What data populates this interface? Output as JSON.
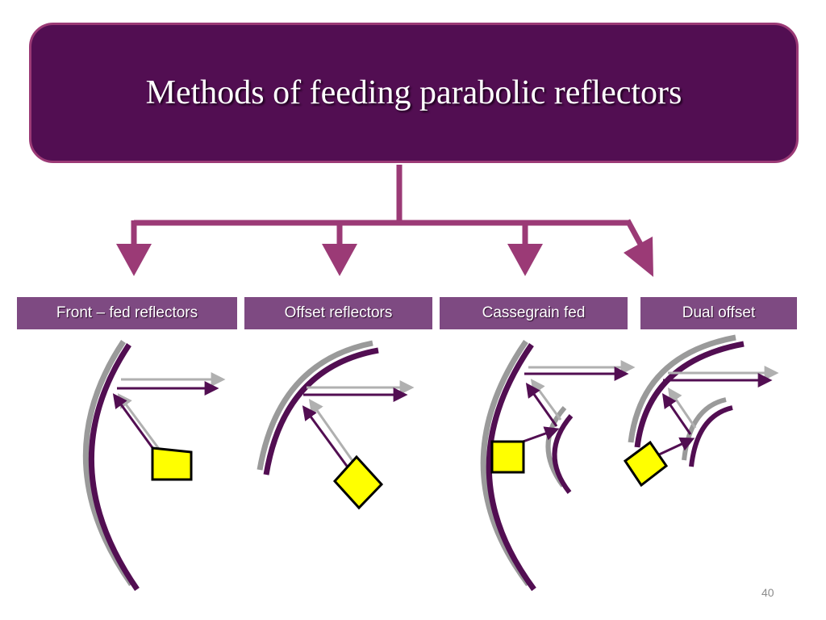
{
  "slide": {
    "title": "Methods of  feeding parabolic reflectors",
    "page_number": "40"
  },
  "categories": [
    {
      "label": "Front – fed reflectors"
    },
    {
      "label": "Offset reflectors"
    },
    {
      "label": "Cassegrain fed"
    },
    {
      "label": "Dual offset"
    }
  ],
  "colors": {
    "title_bg": "#520e52",
    "title_border": "#9b3a76",
    "connector": "#9b3a76",
    "label_bg": "#7e4a82",
    "reflector": "#520e52",
    "shadow": "#9a9a9a",
    "feed_fill": "#ffff00"
  }
}
